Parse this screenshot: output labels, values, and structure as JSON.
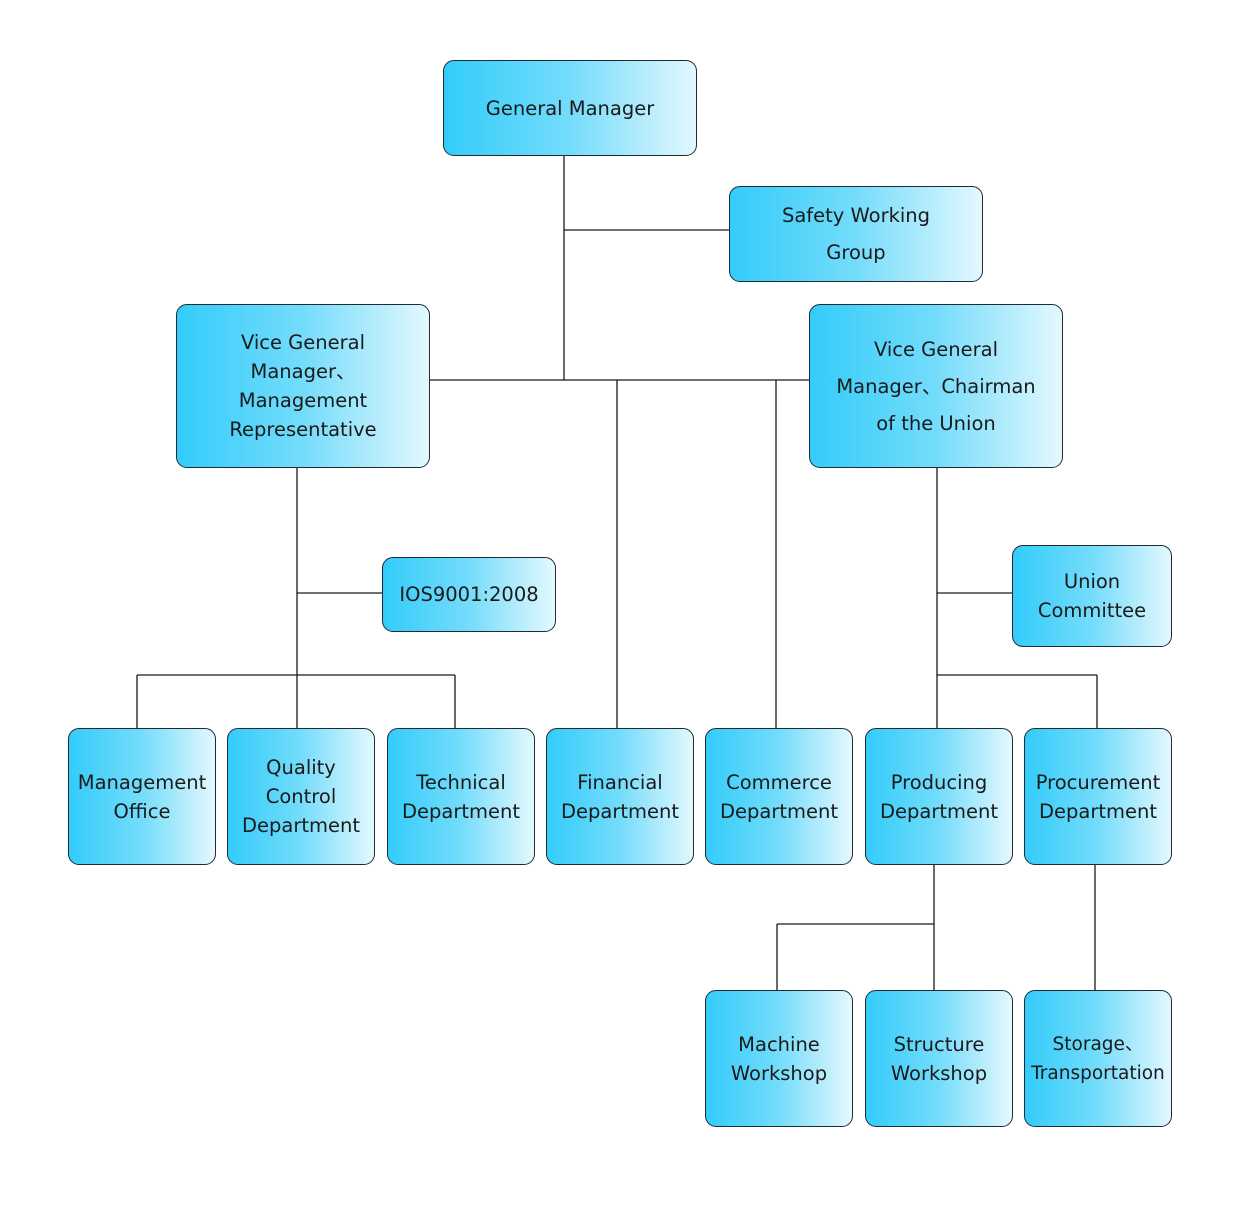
{
  "nodes": {
    "general_manager": "General Manager",
    "safety_group": [
      "Safety Working",
      "Group"
    ],
    "vgm_left": [
      "Vice General",
      "Manager、",
      "Management",
      "Representative"
    ],
    "vgm_right": [
      "Vice General",
      "Manager、Chairman",
      "of the Union"
    ],
    "ios": "IOS9001:2008",
    "union_committee": [
      "Union",
      "Committee"
    ],
    "management_office": [
      "Management",
      "Office"
    ],
    "quality_control": [
      "Quality",
      "Control",
      "Department"
    ],
    "technical": [
      "Technical",
      "Department"
    ],
    "financial": [
      "Financial",
      "Department"
    ],
    "commerce": [
      "Commerce",
      "Department"
    ],
    "producing": [
      "Producing",
      "Department"
    ],
    "procurement": [
      "Procurement",
      "Department"
    ],
    "machine_workshop": [
      "Machine",
      "Workshop"
    ],
    "structure_workshop": [
      "Structure",
      "Workshop"
    ],
    "storage": [
      "Storage、",
      "Transportation"
    ]
  },
  "colors": {
    "fill_start": "#33ccfa",
    "fill_end": "#e3f8fe",
    "border": "#1f2a33",
    "connector": "#1a1a1a"
  }
}
